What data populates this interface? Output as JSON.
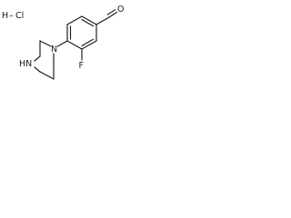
{
  "salt": {
    "hydrogen": "H",
    "bond": "–",
    "chlorine": "Cl"
  },
  "atoms": {
    "aldehyde_oxygen": "O",
    "fluorine": "F",
    "piperazine_n_aryl": "N",
    "piperazine_nh": "HN"
  },
  "colors": {
    "ink": "#1a1a1a",
    "background": "#ffffff"
  }
}
